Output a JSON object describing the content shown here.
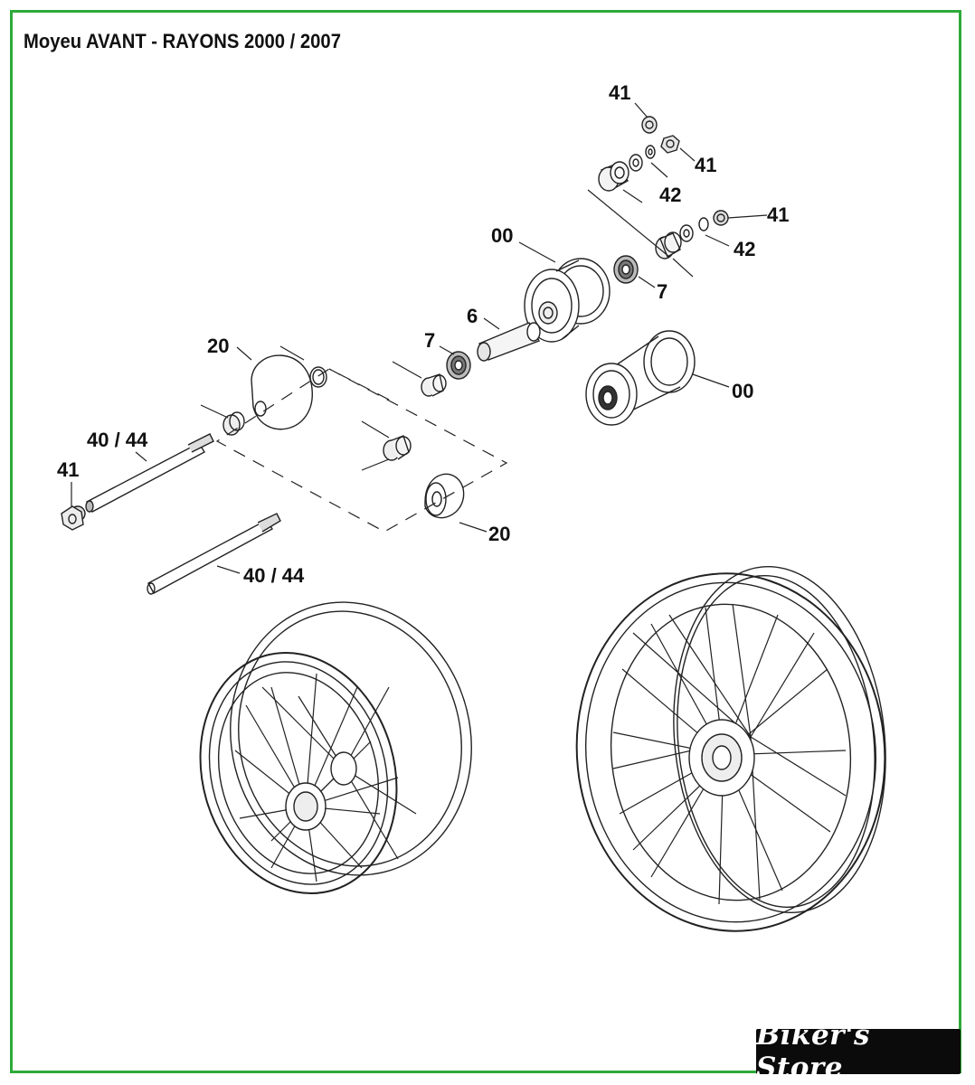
{
  "title": "Moyeu AVANT - RAYONS 2000 / 2007",
  "callouts": {
    "c41_top": "41",
    "c41_right_a": "41",
    "c42_a": "42",
    "c41_right_b": "41",
    "c42_b": "42",
    "c00_top": "00",
    "c7_right": "7",
    "c6": "6",
    "c7_left": "7",
    "c20_top": "20",
    "c00_bottom": "00",
    "c40_44_top": "40 / 44",
    "c41_left": "41",
    "c20_bottom": "20",
    "c40_44_bottom": "40 / 44"
  },
  "brand": {
    "logo_text": "Biker's Store"
  },
  "colors": {
    "frame": "#2eaa3a",
    "ink": "#111111",
    "logo_bg": "#0b0b0b"
  }
}
